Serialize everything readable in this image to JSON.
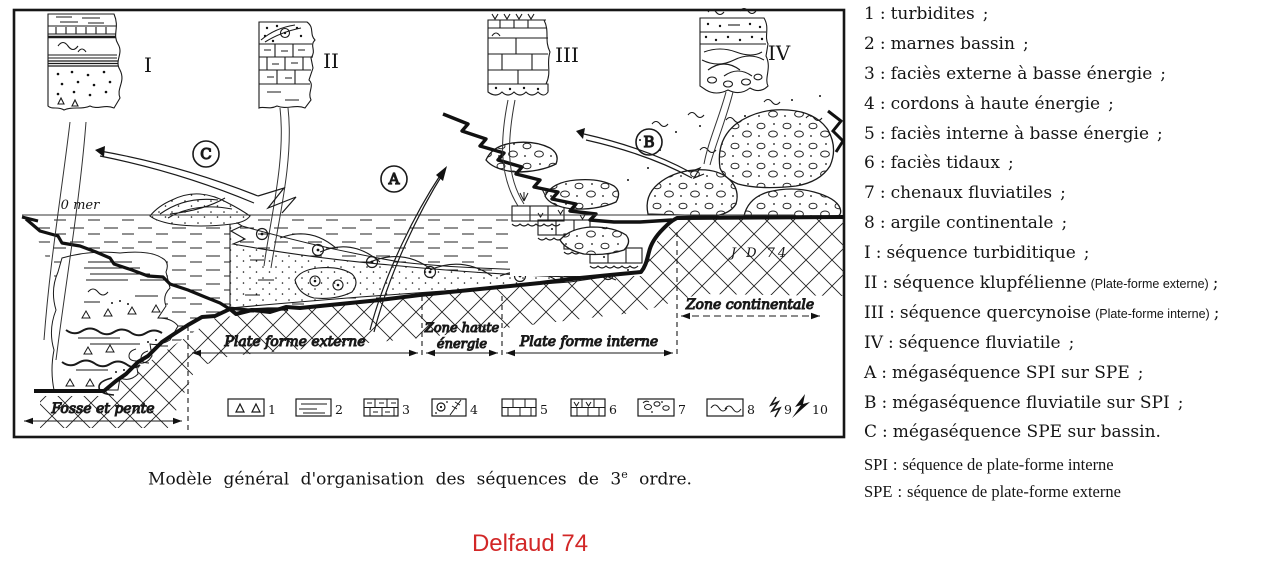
{
  "figure_panel": {
    "sea_level_label": "0 mer",
    "signature": "J D 74",
    "column_labels": [
      "I",
      "II",
      "III",
      "IV"
    ],
    "megasequence_labels": {
      "a": "A",
      "b": "B",
      "c": "C"
    },
    "zone_labels": {
      "fosse": "Fosse et pente",
      "externe": "Plate forme externe",
      "haute_line1": "Zone haute",
      "haute_line2": "énergie",
      "interne": "Plate forme interne",
      "continentale": "Zone continentale"
    },
    "key_numbers": [
      "1",
      "2",
      "3",
      "4",
      "5",
      "6",
      "7",
      "8",
      "9",
      "10"
    ]
  },
  "caption": {
    "text1": "Modèle général d'organisation des séquences de 3",
    "sup": "e",
    "text2": " ordre."
  },
  "attribution": {
    "text": "Delfaud 74",
    "color": "#d22727"
  },
  "legend": {
    "separator": ":",
    "items": [
      {
        "key": "1",
        "text": "turbidites",
        "note": "",
        "tail": ";"
      },
      {
        "key": "2",
        "text": "marnes bassin",
        "note": "",
        "tail": ";"
      },
      {
        "key": "3",
        "text": "faciès externe à basse énergie",
        "note": "",
        "tail": ";"
      },
      {
        "key": "4",
        "text": "cordons à haute énergie",
        "note": "",
        "tail": ";"
      },
      {
        "key": "5",
        "text": "faciès interne à basse énergie",
        "note": "",
        "tail": ";"
      },
      {
        "key": "6",
        "text": "faciès tidaux",
        "note": "",
        "tail": ";"
      },
      {
        "key": "7",
        "text": "chenaux fluviatiles",
        "note": "",
        "tail": ";"
      },
      {
        "key": "8",
        "text": "argile continentale",
        "note": "",
        "tail": ";"
      },
      {
        "key": "I",
        "text": "séquence turbiditique",
        "note": "",
        "tail": ";"
      },
      {
        "key": "II",
        "text": "séquence klupfélienne",
        "note": "(Plate-forme externe)",
        "tail": ";"
      },
      {
        "key": "III",
        "text": "séquence quercynoise",
        "note": "(Plate-forme interne)",
        "tail": ";"
      },
      {
        "key": "IV",
        "text": "séquence fluviatile",
        "note": "",
        "tail": ";"
      },
      {
        "key": "A",
        "text": "mégaséquence SPI sur SPE",
        "note": "",
        "tail": ";"
      },
      {
        "key": "B",
        "text": "mégaséquence fluviatile sur SPI",
        "note": "",
        "tail": ";"
      },
      {
        "key": "C",
        "text": "mégaséquence SPE sur bassin.",
        "note": "",
        "tail": ""
      }
    ],
    "footnotes": [
      {
        "key": "SPI",
        "text": "séquence de plate-forme interne"
      },
      {
        "key": "SPE",
        "text": "séquence de plate-forme externe"
      }
    ]
  }
}
